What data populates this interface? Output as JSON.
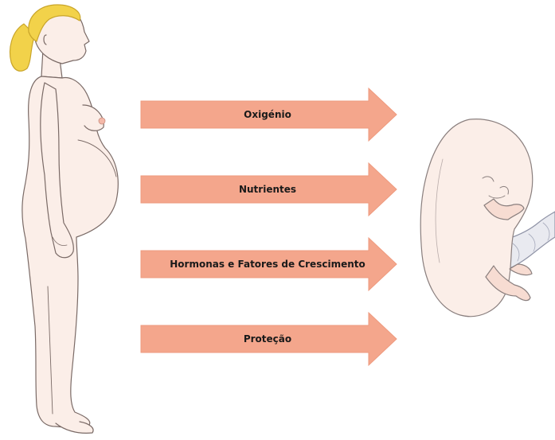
{
  "diagram": {
    "colors": {
      "arrow_fill": "#f4a68c",
      "arrow_stroke": "#ee9a7e",
      "skin": "#fbeee8",
      "skin_outline": "#7a6a66",
      "hair": "#f2d24a",
      "hair_outline": "#c9a52a",
      "cord": "#e9eaf0",
      "cord_outline": "#8f93a6"
    },
    "source_figure": {
      "icon": "pregnant-woman-icon"
    },
    "target_figure": {
      "icon": "fetus-icon"
    },
    "arrows": [
      {
        "label": "Oxigénio"
      },
      {
        "label": "Nutrientes"
      },
      {
        "label": "Hormonas e Fatores de Crescimento"
      },
      {
        "label": "Proteção"
      }
    ]
  }
}
